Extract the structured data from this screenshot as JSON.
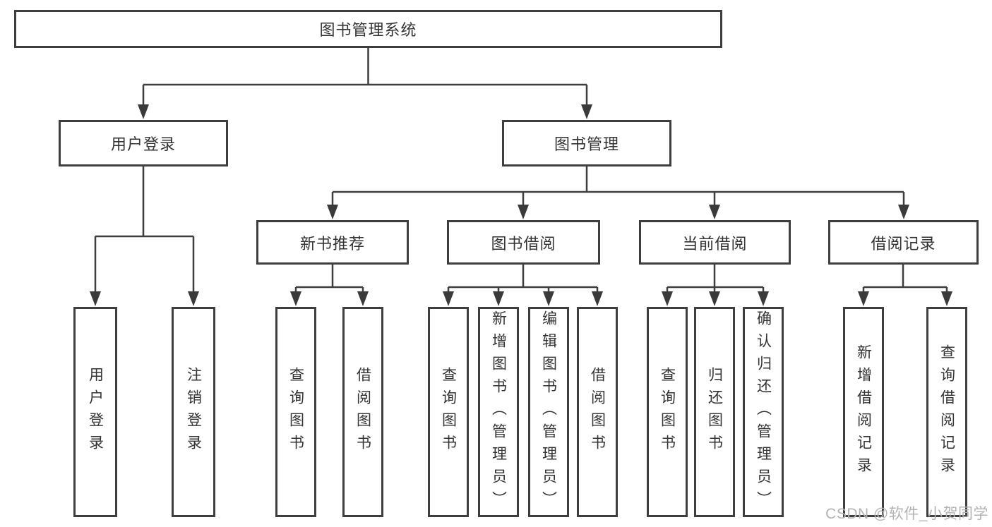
{
  "diagram": {
    "root": {
      "label": "图书管理系统"
    },
    "branches": [
      {
        "label": "用户登录",
        "leaves": [
          {
            "label": "用户登录"
          },
          {
            "label": "注销登录"
          }
        ]
      },
      {
        "label": "图书管理",
        "sections": [
          {
            "label": "新书推荐",
            "leaves": [
              {
                "label": "查询图书"
              },
              {
                "label": "借阅图书"
              }
            ]
          },
          {
            "label": "图书借阅",
            "leaves": [
              {
                "label": "查询图书"
              },
              {
                "label": "新增图书（管理员）"
              },
              {
                "label": "编辑图书（管理员）"
              },
              {
                "label": "借阅图书"
              }
            ]
          },
          {
            "label": "当前借阅",
            "leaves": [
              {
                "label": "查询图书"
              },
              {
                "label": "归还图书"
              },
              {
                "label": "确认归还（管理员）"
              }
            ]
          },
          {
            "label": "借阅记录",
            "leaves": [
              {
                "label": "新增借阅记录"
              },
              {
                "label": "查询借阅记录"
              }
            ]
          }
        ]
      }
    ],
    "colors": {
      "line": "#3e3e3e",
      "text": "#333333",
      "background": "#ffffff",
      "watermark": "#b3b3b3"
    }
  },
  "watermark": {
    "text": "CSDN @软件_小贺同学"
  }
}
